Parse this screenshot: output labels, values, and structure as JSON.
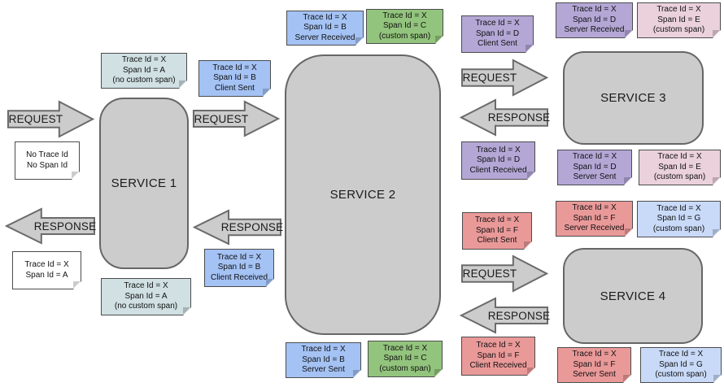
{
  "colors": {
    "service_fill": "#cccccc",
    "service_border": "#666666",
    "arrow_fill": "#cccccc",
    "arrow_border": "#6b6b6b",
    "note_border": "#4c4c4c",
    "note_white": "#ffffff",
    "note_cyan": "#d0e0e3",
    "note_blue": "#a4c2f4",
    "note_green": "#93c47d",
    "note_purple": "#b4a7d6",
    "note_pink": "#ead1dc",
    "note_red": "#ea9999",
    "note_lightblue": "#c9daf8"
  },
  "services": {
    "s1": {
      "label": "SERVICE 1"
    },
    "s2": {
      "label": "SERVICE 2"
    },
    "s3": {
      "label": "SERVICE 3"
    },
    "s4": {
      "label": "SERVICE 4"
    }
  },
  "arrow_labels": {
    "request": "REQUEST",
    "response": "RESPONSE"
  },
  "notes": {
    "client_request": {
      "lines": [
        "No Trace Id",
        "No Span Id"
      ]
    },
    "client_response": {
      "lines": [
        "Trace Id = X",
        "Span Id = A"
      ]
    },
    "s1_span_top": {
      "lines": [
        "Trace Id = X",
        "Span Id = A",
        "(no custom span)"
      ]
    },
    "s1_span_bottom": {
      "lines": [
        "Trace Id = X",
        "Span Id = A",
        "(no custom span)"
      ]
    },
    "s1_to_s2_client_sent": {
      "lines": [
        "Trace Id = X",
        "Span Id = B",
        "Client Sent"
      ]
    },
    "s2_to_s1_client_received": {
      "lines": [
        "Trace Id = X",
        "Span Id = B",
        "Client Received"
      ]
    },
    "s2_server_received": {
      "lines": [
        "Trace Id = X",
        "Span Id = B",
        "Server Received"
      ]
    },
    "s2_custom_span_top": {
      "lines": [
        "Trace Id = X",
        "Span Id = C",
        "(custom span)"
      ]
    },
    "s2_server_sent": {
      "lines": [
        "Trace Id = X",
        "Span Id = B",
        "Server Sent"
      ]
    },
    "s2_custom_span_bottom": {
      "lines": [
        "Trace Id = X",
        "Span Id = C",
        "(custom span)"
      ]
    },
    "s2_to_s3_client_sent": {
      "lines": [
        "Trace Id = X",
        "Span Id = D",
        "Client Sent"
      ]
    },
    "s3_to_s2_client_received": {
      "lines": [
        "Trace Id = X",
        "Span Id = D",
        "Client Received"
      ]
    },
    "s3_server_received": {
      "lines": [
        "Trace Id = X",
        "Span Id = D",
        "Server Received"
      ]
    },
    "s3_custom_span_top": {
      "lines": [
        "Trace Id = X",
        "Span Id = E",
        "(custom span)"
      ]
    },
    "s3_server_sent": {
      "lines": [
        "Trace Id = X",
        "Span Id = D",
        "Server Sent"
      ]
    },
    "s3_custom_span_bottom": {
      "lines": [
        "Trace Id = X",
        "Span Id = E",
        "(custom span)"
      ]
    },
    "s2_to_s4_client_sent": {
      "lines": [
        "Trace Id = X",
        "Span Id = F",
        "Client Sent"
      ]
    },
    "s4_to_s2_client_received": {
      "lines": [
        "Trace Id = X",
        "Span Id = F",
        "Client Received"
      ]
    },
    "s4_server_received": {
      "lines": [
        "Trace Id = X",
        "Span Id = F",
        "Server Received"
      ]
    },
    "s4_custom_span_top": {
      "lines": [
        "Trace Id = X",
        "Span Id = G",
        "(custom span)"
      ]
    },
    "s4_server_sent": {
      "lines": [
        "Trace Id = X",
        "Span Id = F",
        "Server Sent"
      ]
    },
    "s4_custom_span_bottom": {
      "lines": [
        "Trace Id = X",
        "Span Id = G",
        "(custom span)"
      ]
    }
  }
}
